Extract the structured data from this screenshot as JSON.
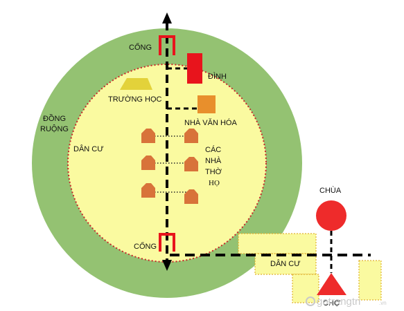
{
  "labels": {
    "gate_top": "CỔNG",
    "gate_bottom": "CỔNG",
    "dinh": "ĐÌNH",
    "school": "TRƯỜNG HỌC",
    "culture_house": "NHÀ VĂN HÓA",
    "fields_line1": "ĐỒNG",
    "fields_line2": "RUỘNG",
    "residents_inner": "DÂN CƯ",
    "worship_line1": "CÁC",
    "worship_line2": "NHÀ",
    "worship_line3": "THỜ",
    "worship_line4": "HỌ",
    "pagoda": "CHÙA",
    "residents_outer": "DÂN CƯ",
    "market": "CHỢ"
  },
  "watermark": {
    "text": "gotrangtri",
    "suffix": ".vn"
  },
  "colors": {
    "field_green": "#94c272",
    "residential_yellow": "#fafaa0",
    "dot_border": "#c8282a",
    "gate_red": "#e8141c",
    "dinh_red": "#e8141c",
    "school_yellow": "#e3d23a",
    "culture_orange": "#e88f2c",
    "house_orange": "#d8733a",
    "pagoda_red": "#ee2b2b",
    "market_red": "#ee2b2b",
    "road_black": "#000000"
  }
}
